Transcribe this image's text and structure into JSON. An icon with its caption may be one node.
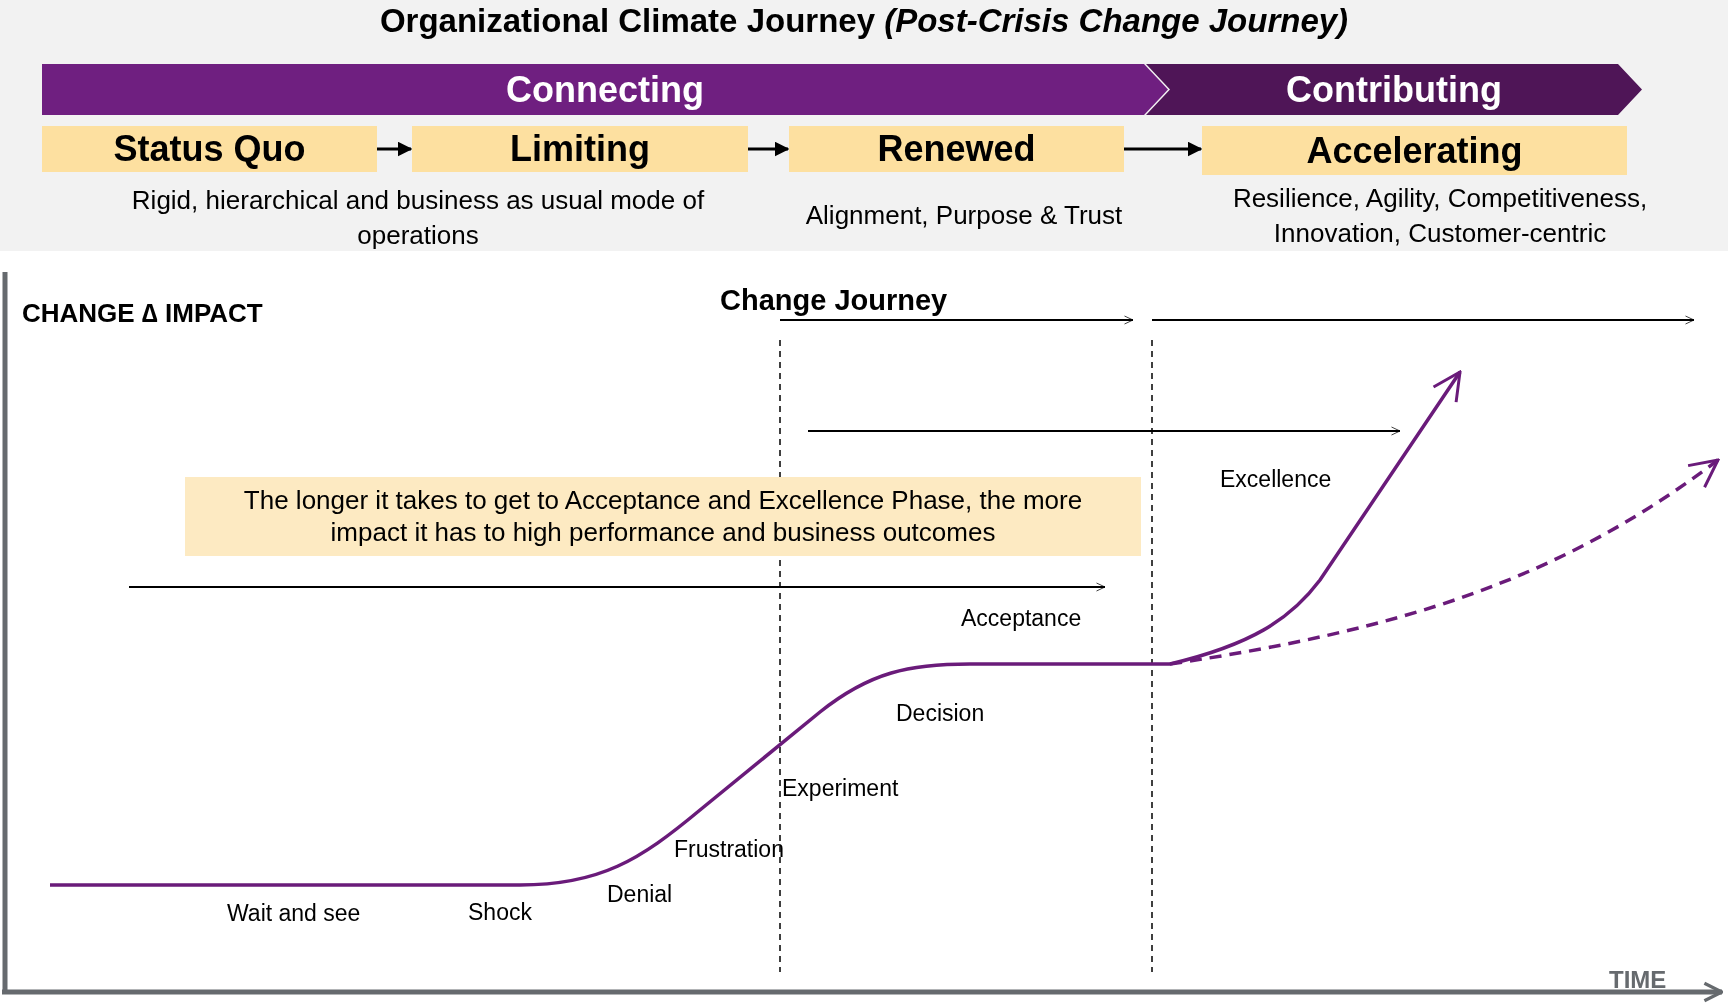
{
  "diagram": {
    "title": "Organizational Climate Journey *(Post-Crisis Change Journey)*",
    "nodes": [
      {
        "text": [
          "Connecting"
        ]
      },
      {
        "text": [
          "Contributing"
        ]
      },
      {
        "text": [
          "Status Quo"
        ]
      },
      {
        "text": [
          "Limiting"
        ]
      },
      {
        "text": [
          "Renewed"
        ]
      },
      {
        "text": [
          "Accelerating"
        ]
      },
      {
        "text": [
          "The longer it takes to get to Acceptance and Excellence Phase, the more impact it has to high performance and business outcomes"
        ]
      }
    ],
    "edges": [
      {
        "from": 2,
        "to": 3,
        "arrow": "to"
      },
      {
        "from": 3,
        "to": 4,
        "arrow": "to"
      },
      {
        "from": 4,
        "to": 5,
        "arrow": "to"
      }
    ],
    "labels": [
      "Rigid, hierarchical and business as usual mode of operations",
      "Alignment, Purpose & Trust",
      "Resilience, Agility, Competitiveness, Innovation, Customer-centric",
      "CHANGE ∆ IMPACT",
      "Change Journey",
      "Excellence",
      "Acceptance",
      "Decision",
      "Experiment",
      "Frustration",
      "Denial",
      "Shock",
      "Wait and see",
      "TIME"
    ]
  }
}
